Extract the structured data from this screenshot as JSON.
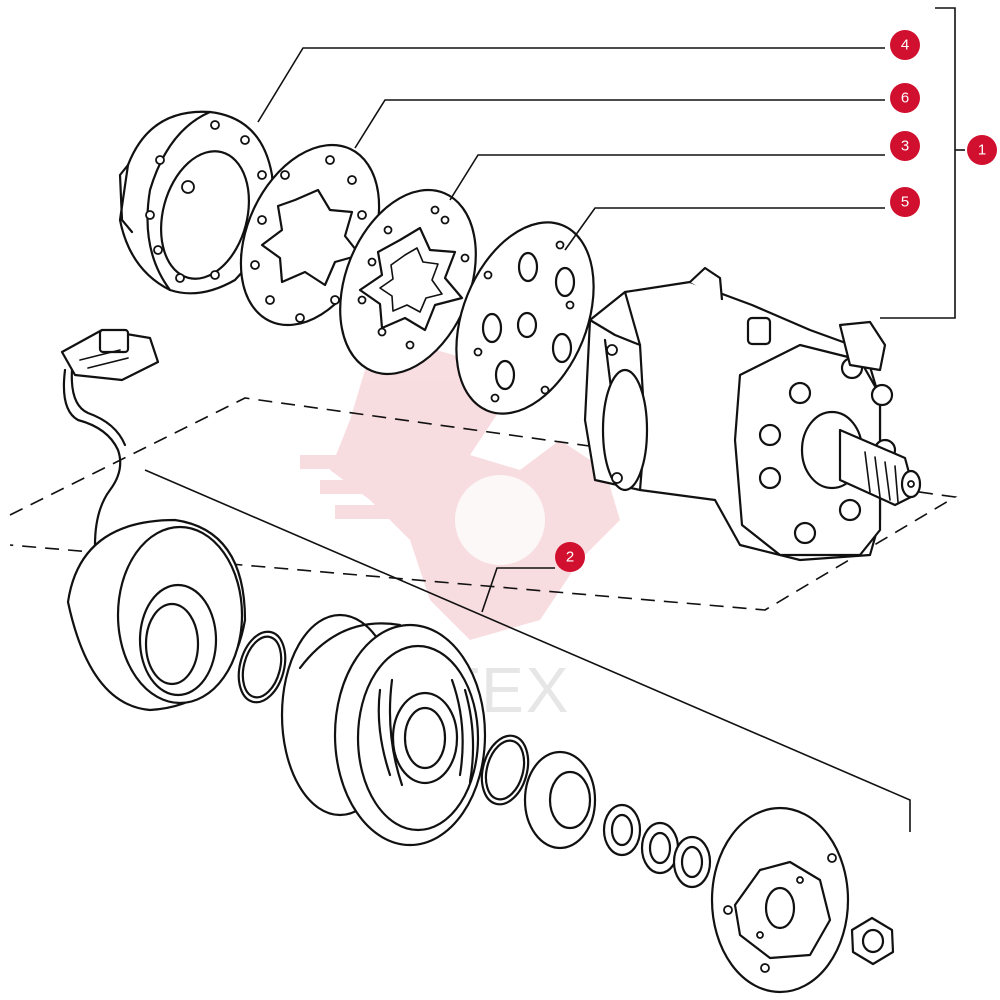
{
  "callouts": [
    {
      "id": "c4",
      "label": "4"
    },
    {
      "id": "c6",
      "label": "6"
    },
    {
      "id": "c3",
      "label": "3"
    },
    {
      "id": "c5",
      "label": "5"
    },
    {
      "id": "c1",
      "label": "1"
    },
    {
      "id": "c2",
      "label": "2"
    }
  ],
  "watermark": {
    "text": "TEX"
  },
  "colors": {
    "callout": "#d0102e",
    "line": "#111111",
    "watermark": "#f3c2c8"
  }
}
